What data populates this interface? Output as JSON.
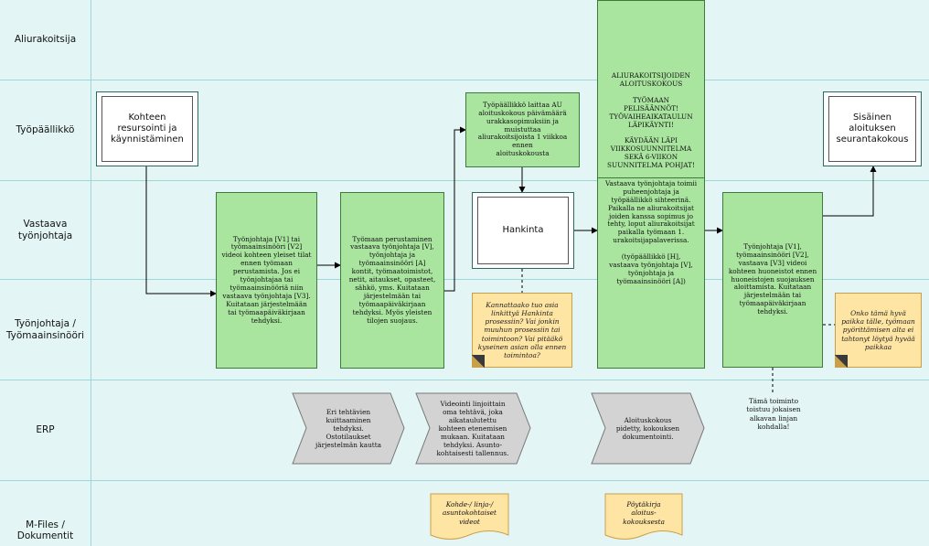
{
  "lanes": [
    {
      "label": "Aliurakoitsija"
    },
    {
      "label": "Työpäällikkö"
    },
    {
      "label": "Vastaava\ntyönjohtaja"
    },
    {
      "label": "Työnjohtaja /\nTyömaainsinööri"
    },
    {
      "label": "ERP"
    },
    {
      "label": "M-Files /\nDokumentit"
    }
  ],
  "boxes": {
    "start": "Kohteen\nresursointi ja\nkäynnistäminen",
    "end": "Sisäinen\naloituksen\nseurantakokous",
    "hankinta": "Hankinta",
    "tp_au": "Työpäällikkö laittaa AU\naloituskokous päivämäärä\nurakkasopimuksiin ja\nmuistuttaa\naliurakoitsijoista 1 viikkoa\nennen\naloituskokousta",
    "tj_video": "Työnjohtaja [V1] tai\ntyömaainsinööri [V2]\nvideoi kohteen yleiset tilat\nennen työmaan\nperustamista. Jos ei\ntyönjohtajaa tai\ntyömaainsinööriä niin\nvastaava työnjohtaja [V3].\nKuitataan järjestelmään\ntai työmaapäiväkirjaan\ntehdyksi.",
    "perustaminen": "Työmaan perustaminen\nvastaava työnjohtaja [V],\ntyönjohtaja ja\ntyömaainsinööri [A]\nkontit, työmaatoimistot,\nnetit, aitaukset, opasteet,\nsähkö, yms. Kuitataan\njärjestelmään tai\ntyömaapäiväkirjaan\ntehdyksi. Myös yleisten\ntilojen suojaus.",
    "aloitus_top": "ALIURAKOITSIJOIDEN\nALOITUSKOKOUS\n\nTYÖMAAN\nPELISÄÄNNÖT!\nTYÖVAIHEAIKATAULUN\nLÄPIKÄYNTI!\n\nKÄYDÄÄN LÄPI\nVIIKKOSUUNNITELMA\nSEKÄ 6-VIIKON\nSUUNNITELMA POHJAT!",
    "aloitus_bottom": "Vastaava työnjohtaja toimii\npuheenjohtaja ja\ntyöpäällikkö sihteerinä.\nPaikalla ne aliurakoitsijat\njoiden kanssa sopimus jo\ntehty, loput aliurakoitsijat\npaikalla työmaan 1.\nurakoitsijapalaverissa.\n\n(työpäällikkö [H],\nvastaava työnjohtaja [V],\ntyönjohtaja ja\ntyömaainsinööri [A])",
    "huoneistot": "Työnjohtaja [V1],\ntyömaainsinööri [V2],\nvastaava [V3] videoi\nkohteen huoneistot ennen\nhuoneistojen suojauksen\naloittamista. Kuitataan\njärjestelmään tai\ntyömaapäiväkirjaan\ntehdyksi."
  },
  "chevrons": [
    "Eri tehtävien\nkuittaaminen\ntehdyksi.\nOstotilaukset\njärjestelmän kautta",
    "Videointi linjoittain\noma tehtävä, joka\naikataulutettu\nkohteen etenemisen\nmukaan. Kuitataan\ntehdyksi. Asunto-\nkohtaisesti tallennus.",
    "Aloituskokous\npidetty, kokouksen\ndokumentointi."
  ],
  "notes": {
    "hankinta_note": "Kannattaako tuo asia\nlinkittyä Hankinta\nprosessiin? Vai jonkin\nmuuhun prosessiin tai\ntoimintoon? Vai pitääkö\nkyseinen asian olla ennen\ntoimintoa?",
    "right_note": "Onko tämä hyvä\npaikka tälle, työmaan\npyörittämisen alta ei\ntahtonyt löytyä hyvää\npaikkaa",
    "repeat_note": "Tämä toiminto\ntoistuu jokaisen\nalkavan linjan\nkohdalla!"
  },
  "docs": [
    "Kohde-/ linja-/\nasuntokohtaiset\nvideot",
    "Pöytäkirja\naloitus-\nkokouksesta"
  ],
  "colors": {
    "background": "#e3f6f5",
    "lane_line": "#9dd7d7",
    "task_fill": "#a9e59f",
    "note_fill": "#ffe5a3",
    "chevron_fill": "#d3d3d3"
  }
}
